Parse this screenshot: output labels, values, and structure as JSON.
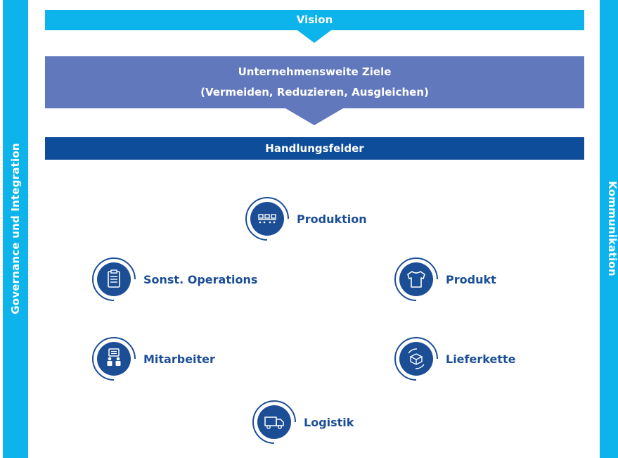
{
  "sidebars": {
    "left": "Governance und Integration",
    "right": "Kommunikation"
  },
  "banners": {
    "vision": "Vision",
    "goals_line1": "Unternehmensweite Ziele",
    "goals_line2": "(Vermeiden, Reduzieren, Ausgleichen)",
    "fields": "Handlungsfelder"
  },
  "nodes": [
    {
      "id": "produktion",
      "label": "Produktion",
      "icon": "conveyor-icon"
    },
    {
      "id": "sonst",
      "label": "Sonst. Operations",
      "icon": "clipboard-icon"
    },
    {
      "id": "produkt",
      "label": "Produkt",
      "icon": "tshirt-icon"
    },
    {
      "id": "mitarbeiter",
      "label": "Mitarbeiter",
      "icon": "people-chat-icon"
    },
    {
      "id": "lieferkette",
      "label": "Lieferkette",
      "icon": "box-cycle-icon"
    },
    {
      "id": "logistik",
      "label": "Logistik",
      "icon": "truck-icon"
    }
  ],
  "colors": {
    "sidebar": "#0db4ec",
    "goals": "#6278bd",
    "fields": "#0d4d9a",
    "node": "#1c4e96"
  }
}
